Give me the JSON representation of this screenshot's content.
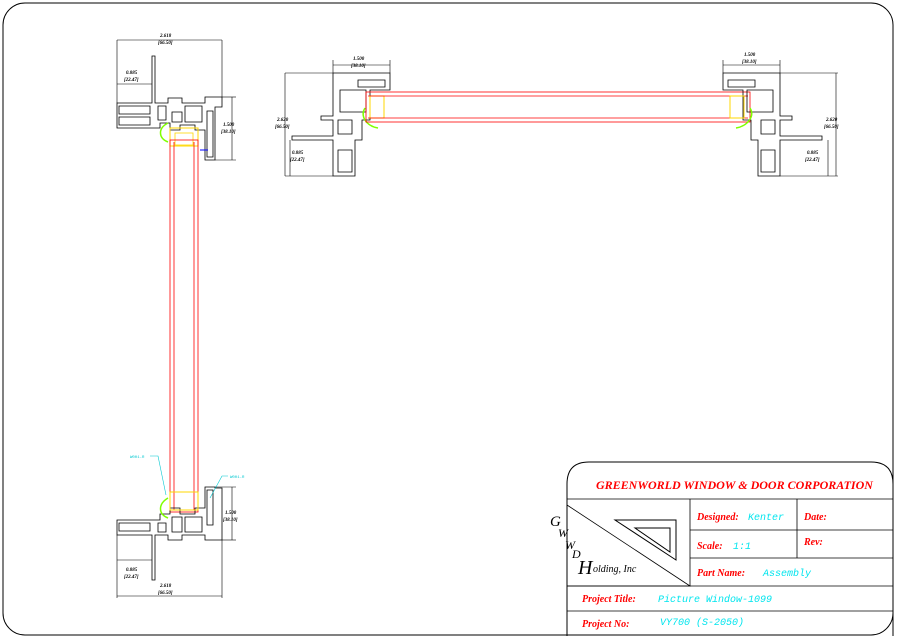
{
  "title_block": {
    "company": "GREENWORLD WINDOW & DOOR CORPORATION",
    "designed_label": "Designed:",
    "designed_value": "Kenter",
    "date_label": "Date:",
    "date_value": "",
    "scale_label": "Scale:",
    "scale_value": "1:1",
    "rev_label": "Rev:",
    "rev_value": "",
    "part_name_label": "Part Name:",
    "part_name_value": "Assembly",
    "project_title_label": "Project Title:",
    "project_title_value": "Picture Window-1099",
    "project_no_label": "Project No:",
    "project_no_value": "VY700 (S-2050)"
  },
  "logo": {
    "g": "G",
    "w1": "W",
    "w2": "W",
    "d": "D",
    "h": "H",
    "holding": "olding, Inc"
  },
  "dimensions": {
    "top_width": "2.618",
    "top_width_mm": "[66.50]",
    "top_offset": "0.885",
    "top_offset_mm": "[22.47]",
    "top_height": "1.500",
    "top_height_mm": "[38.10]",
    "bot_offset": "0.885",
    "bot_offset_mm": "[22.47]",
    "bot_height": "1.500",
    "bot_height_mm": "[38.10]",
    "bot_width": "2.618",
    "bot_width_mm": "[66.50]",
    "left_top": "1.500",
    "left_top_mm": "[38.10]",
    "left_height": "2.620",
    "left_height_mm": "[66.50]",
    "left_offset": "0.885",
    "left_offset_mm": "[22.47]",
    "right_top": "1.500",
    "right_top_mm": "[38.10]",
    "right_height": "2.620",
    "right_height_mm": "[66.50]",
    "right_offset": "0.885",
    "right_offset_mm": "[22.47]"
  },
  "callouts": {
    "left": "W001-R",
    "right": "W001-R"
  },
  "colors": {
    "frame": "#000000",
    "glass": "#ff0000",
    "gasket": "#ffd700",
    "weatherstrip": "#7fff00",
    "callout": "#00c8d0",
    "accent": "#0000ff"
  }
}
